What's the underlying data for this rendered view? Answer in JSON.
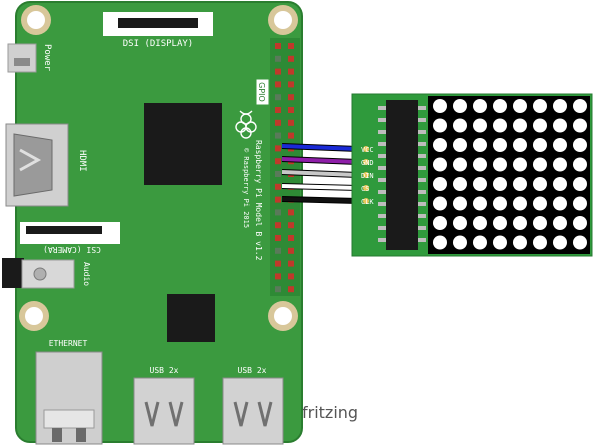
{
  "board": {
    "dsi_label": "DSI (DISPLAY)",
    "power_label": "Power",
    "hdmi_label": "HDMI",
    "csi_label": "CSI (CAMERA)",
    "audio_label": "Audio",
    "gpio_label": "GPIO",
    "ethernet_label": "ETHERNET",
    "usb_left_label": "USB 2x",
    "usb_right_label": "USB 2x",
    "model_text": "Raspberry Pi Model B v1.2",
    "copyright_text": "© Raspberry Pi 2015"
  },
  "module": {
    "pins": [
      "VCC",
      "GND",
      "DIN",
      "CS",
      "CLK"
    ],
    "matrix_rows": 8,
    "matrix_cols": 8
  },
  "wires": [
    {
      "pin": "VCC",
      "color": "#1a2ad6"
    },
    {
      "pin": "GND",
      "color": "#8e1ea8"
    },
    {
      "pin": "DIN",
      "color": "#c8c8c8"
    },
    {
      "pin": "CS",
      "color": "#ffffff"
    },
    {
      "pin": "CLK",
      "color": "#111111"
    }
  ],
  "colors": {
    "board": "#3b9a3f",
    "board_edge": "#2a7d2f",
    "module": "#2f9a3c",
    "matrix_bg": "#000000",
    "led": "#ffffff",
    "chip": "#1a1a1a"
  },
  "watermark": "fritzing"
}
